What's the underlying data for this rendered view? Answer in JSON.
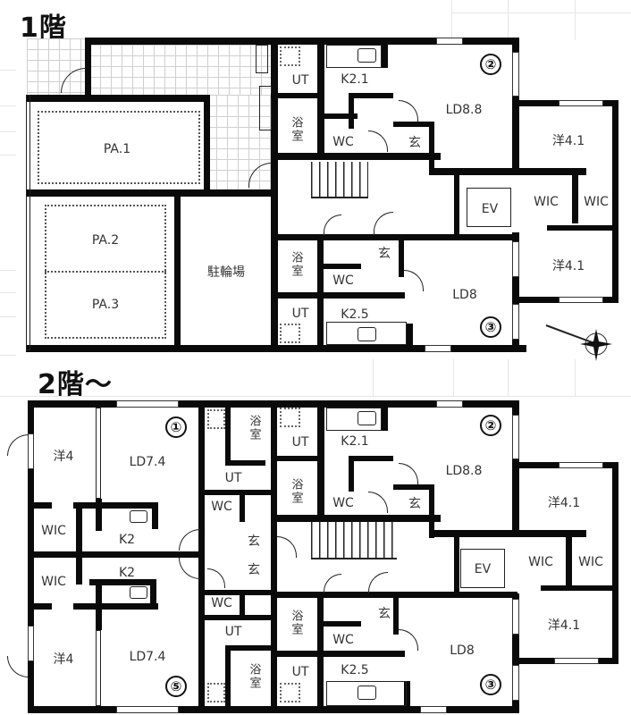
{
  "floors": [
    {
      "title": "1階",
      "rooms": {
        "pa1": "PA.1",
        "pa2": "PA.2",
        "pa3": "PA.3",
        "bike": "駐輪場",
        "u2_ut": "UT",
        "u2_bath": "浴室",
        "u2_kitchen": "K2.1",
        "u2_wc": "WC",
        "u2_entry": "玄",
        "u2_ld": "LD8.8",
        "u2_west": "洋4.1",
        "u2_num": "②",
        "wic_a": "WIC",
        "wic_b": "WIC",
        "ev": "EV",
        "u3_bath": "浴室",
        "u3_entry": "玄",
        "u3_wc": "WC",
        "u3_ut": "UT",
        "u3_kitchen": "K2.5",
        "u3_ld": "LD8",
        "u3_west": "洋4.1",
        "u3_num": "③"
      }
    },
    {
      "title": "2階～",
      "rooms": {
        "u1_west": "洋4",
        "u1_ld": "LD7.4",
        "u1_num": "①",
        "u1_wic": "WIC",
        "u1_kitchen": "K2",
        "u1_bath": "浴室",
        "u1_ut": "UT",
        "u1_wc": "WC",
        "u1_entry": "玄",
        "u5_wic": "WIC",
        "u5_kitchen": "K2",
        "u5_west": "洋4",
        "u5_ld": "LD7.4",
        "u5_num": "⑤",
        "u5_wc": "WC",
        "u5_ut": "UT",
        "u5_bath": "浴室",
        "u5_entry": "玄",
        "u2_ut": "UT",
        "u2_bath": "浴室",
        "u2_kitchen": "K2.1",
        "u2_wc": "WC",
        "u2_entry": "玄",
        "u2_ld": "LD8.8",
        "u2_west": "洋4.1",
        "u2_num": "②",
        "wic_a": "WIC",
        "wic_b": "WIC",
        "ev": "EV",
        "u3_bath": "浴室",
        "u3_entry": "玄",
        "u3_wc": "WC",
        "u3_ut": "UT",
        "u3_kitchen": "K2.5",
        "u3_ld": "LD8",
        "u3_west": "洋4.1",
        "u3_num": "③"
      }
    }
  ],
  "compass": {
    "icon": "compass-rose-icon",
    "north_mark": "≈"
  }
}
